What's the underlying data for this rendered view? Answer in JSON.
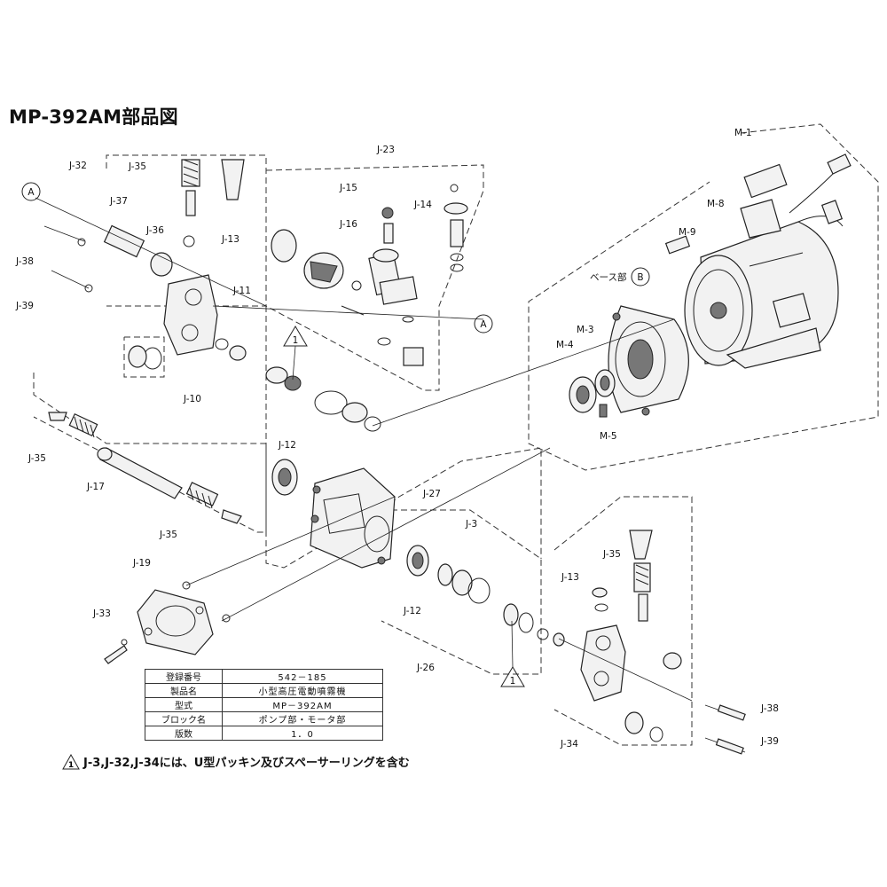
{
  "title": "MP-392AM部品図",
  "callouts": {
    "A_top": "A",
    "A_mid": "A",
    "B": "B",
    "base_label": "ベース部"
  },
  "labels": {
    "M_1": "M-1",
    "M_8": "M-8",
    "M_9": "M-9",
    "M_3": "M-3",
    "M_4": "M-4",
    "M_5": "M-5",
    "J_23": "J-23",
    "J_15": "J-15",
    "J_16": "J-16",
    "J_14": "J-14",
    "J_32": "J-32",
    "J_35_top": "J-35",
    "J_37": "J-37",
    "J_36": "J-36",
    "J_13_top": "J-13",
    "J_38_left": "J-38",
    "J_39_left": "J-39",
    "J_11": "J-11",
    "J_10": "J-10",
    "J_35_left": "J-35",
    "J_17": "J-17",
    "J_35_mid": "J-35",
    "J_12_top": "J-12",
    "J_27": "J-27",
    "J_3": "J-3",
    "J_12_bottom": "J-12",
    "J_26": "J-26",
    "J_19": "J-19",
    "J_33": "J-33",
    "J_35_right": "J-35",
    "J_13_right": "J-13",
    "J_38_right": "J-38",
    "J_39_right": "J-39",
    "J_34": "J-34"
  },
  "triangle_mark": "1",
  "spec_table": [
    {
      "key": "登録番号",
      "value": "542－185"
    },
    {
      "key": "製品名",
      "value": "小型高圧電動噴霧機"
    },
    {
      "key": "型式",
      "value": "MP－392AM"
    },
    {
      "key": "ブロック名",
      "value": "ポンプ部・モータ部"
    },
    {
      "key": "版数",
      "value": "1．0"
    }
  ],
  "note": {
    "mark": "1",
    "text": "J-3,J-32,J-34には、U型パッキン及びスペーサーリングを含む"
  }
}
